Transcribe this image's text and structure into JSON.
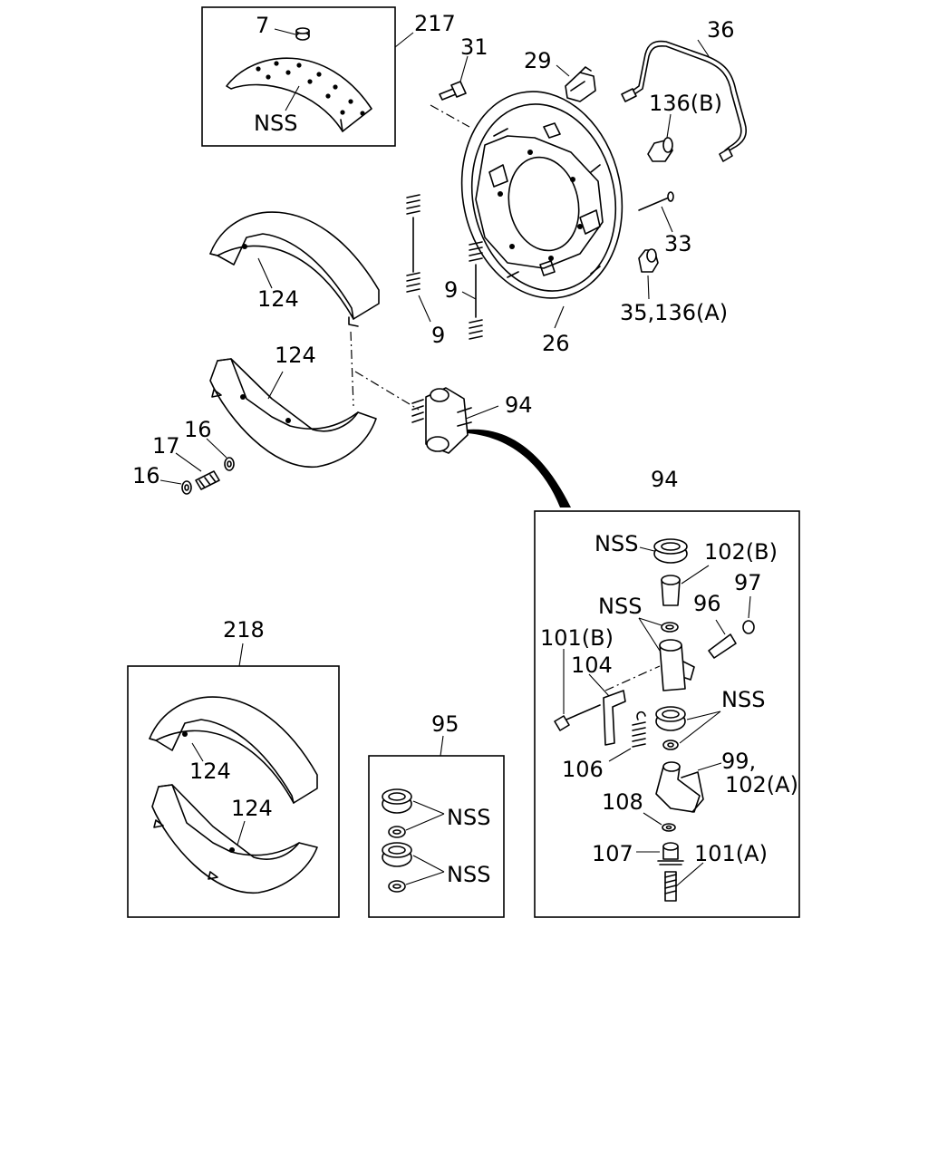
{
  "labels": {
    "l7": "7",
    "l217": "217",
    "lNSS_lining": "NSS",
    "l31": "31",
    "l29": "29",
    "l36": "36",
    "l136B": "136(B)",
    "l33": "33",
    "l35_136A": "35,136(A)",
    "l26": "26",
    "l124_upper": "124",
    "l124_lower": "124",
    "l9_a": "9",
    "l9_b": "9",
    "l94_main": "94",
    "l16_a": "16",
    "l17": "17",
    "l16_b": "16",
    "l94_box": "94",
    "lNSS_top": "NSS",
    "l102B": "102(B)",
    "lNSS_mid": "NSS",
    "l96": "96",
    "l97": "97",
    "l101B": "101(B)",
    "l104": "104",
    "lNSS_right": "NSS",
    "l106": "106",
    "l99": "99,",
    "l102A": "102(A)",
    "l108": "108",
    "l107": "107",
    "l101A": "101(A)",
    "l218": "218",
    "l124_k1": "124",
    "l124_k2": "124",
    "l95": "95",
    "lNSS_k1": "NSS",
    "lNSS_k2": "NSS"
  }
}
